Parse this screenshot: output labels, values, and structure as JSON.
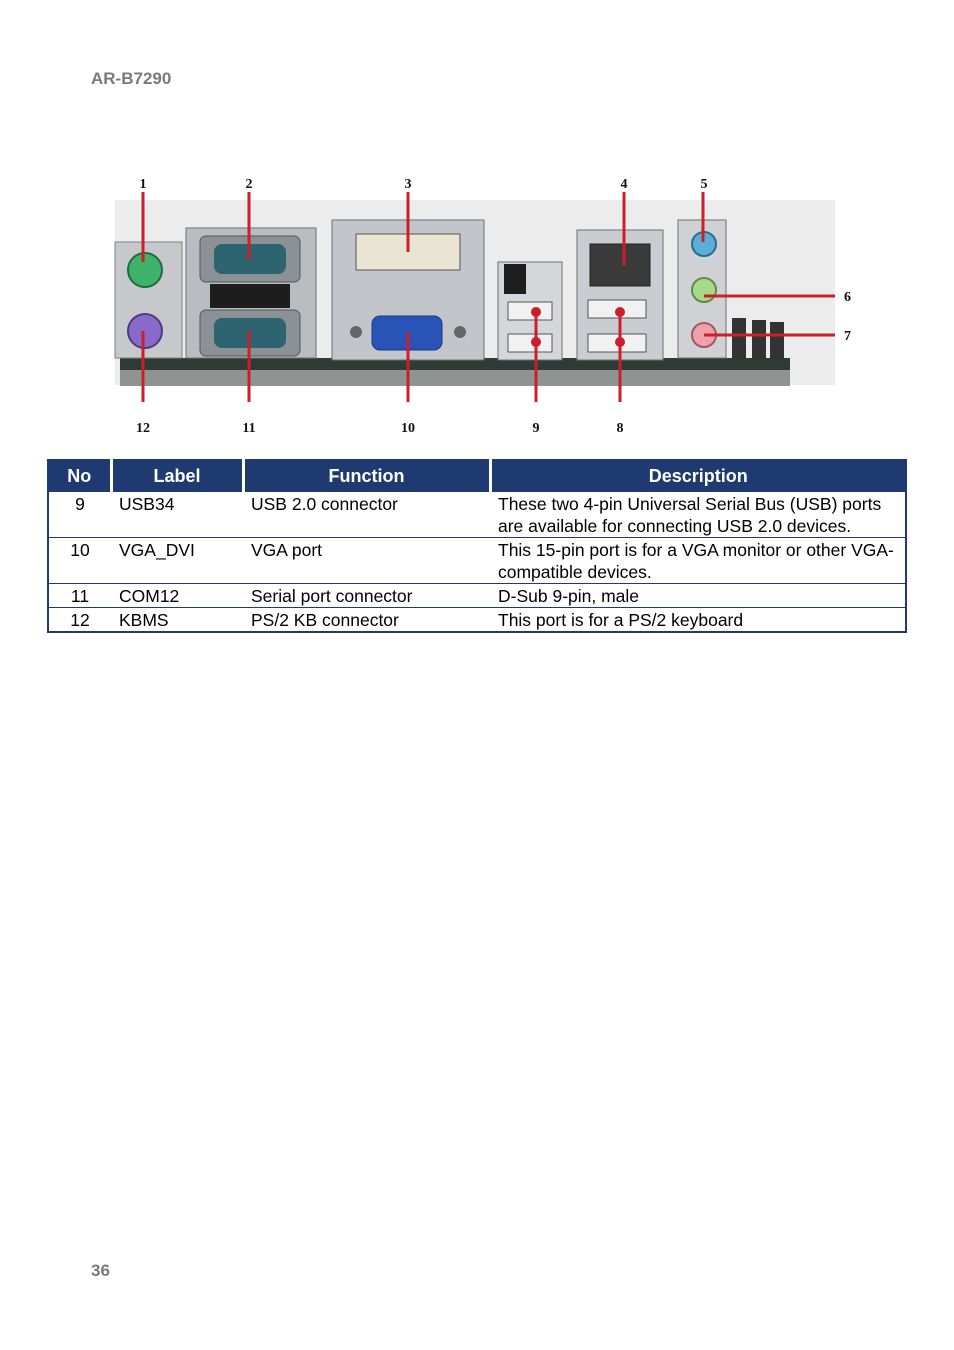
{
  "header": {
    "model": "AR-B7290"
  },
  "figure": {
    "callouts_top": [
      "1",
      "2",
      "3",
      "4",
      "5"
    ],
    "callouts_right": [
      "6",
      "7"
    ],
    "callouts_bottom": [
      "12",
      "11",
      "10",
      "9",
      "8"
    ]
  },
  "table": {
    "headers": {
      "no": "No",
      "label": "Label",
      "function": "Function",
      "description": "Description"
    },
    "rows": [
      {
        "no": "9",
        "label": "USB34",
        "function": "USB 2.0 connector",
        "description": "These two 4-pin Universal Serial Bus (USB) ports are available for connecting USB 2.0 devices."
      },
      {
        "no": "10",
        "label": "VGA_DVI",
        "function": "VGA port",
        "description": "This 15-pin port is for a VGA monitor or other VGA-compatible devices."
      },
      {
        "no": "11",
        "label": "COM12",
        "function": "Serial port connector",
        "description": "D-Sub 9-pin, male"
      },
      {
        "no": "12",
        "label": "KBMS",
        "function": "PS/2 KB connector",
        "description": "This port is for a PS/2 keyboard"
      }
    ]
  },
  "footer": {
    "page_number": "36"
  }
}
